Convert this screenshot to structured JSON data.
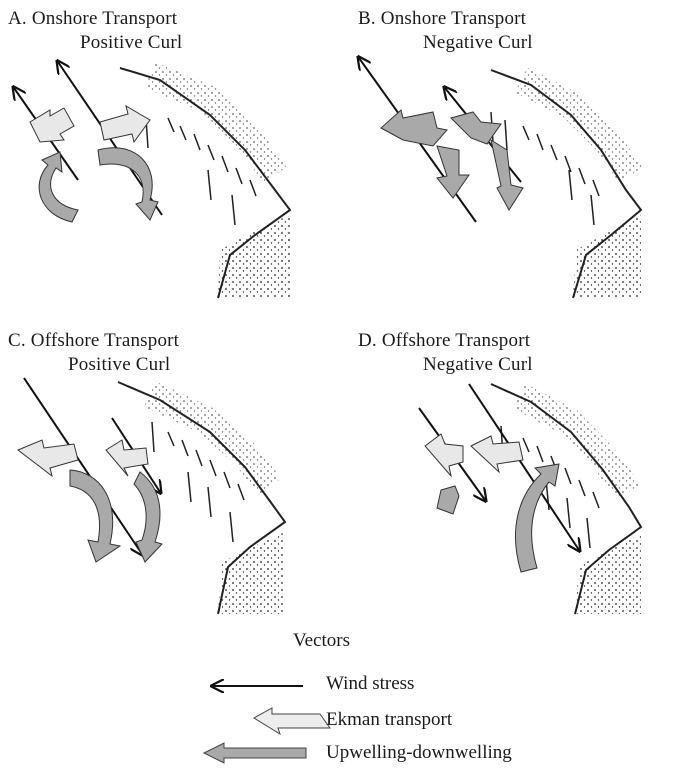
{
  "panels": {
    "a": {
      "title": "A. Onshore Transport",
      "subtitle": "Positive Curl"
    },
    "b": {
      "title": "B. Onshore Transport",
      "subtitle": "Negative Curl"
    },
    "c": {
      "title": "C. Offshore Transport",
      "subtitle": "Positive Curl"
    },
    "d": {
      "title": "D. Offshore Transport",
      "subtitle": "Negative Curl"
    }
  },
  "legend": {
    "title": "Vectors",
    "items": [
      {
        "label": "Wind stress",
        "icon": "wind-stress-arrow-icon"
      },
      {
        "label": "Ekman transport",
        "icon": "ekman-transport-arrow-icon"
      },
      {
        "label": "Upwelling-downwelling",
        "icon": "upwelling-downwelling-arrow-icon"
      }
    ]
  },
  "colors": {
    "ekman_fill": "#e8e8e8",
    "upwelling_fill": "#a9a9a9",
    "line": "#111111"
  }
}
